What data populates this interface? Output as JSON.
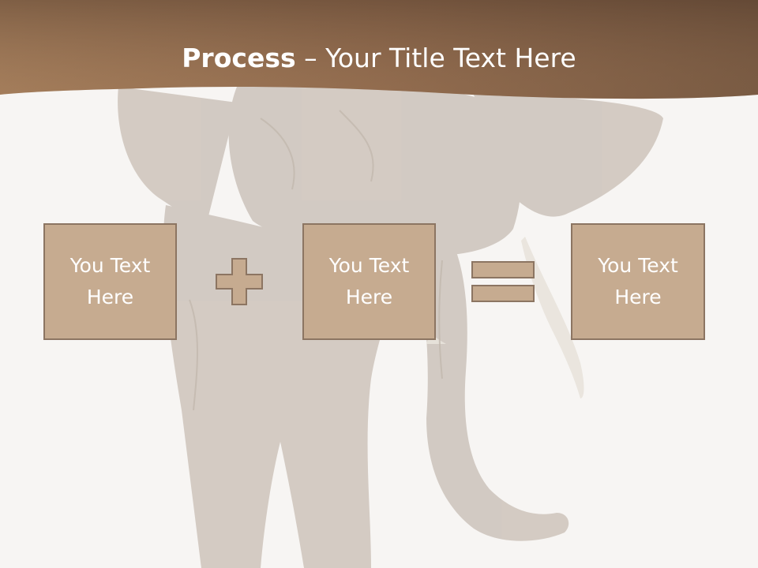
{
  "slide": {
    "title_bold": "Process",
    "title_rest": " – Your Title Text Here",
    "boxes": [
      {
        "text": "You Text\nHere"
      },
      {
        "text": "You Text\nHere"
      },
      {
        "text": "You Text\nHere"
      }
    ],
    "operators": [
      "plus-icon",
      "equals-icon"
    ]
  },
  "colors": {
    "header_left": "#a07a58",
    "header_right": "#6b4f3a",
    "box_fill": "#c6ab90",
    "box_border": "#8c7562",
    "background": "#f7f5f3"
  }
}
